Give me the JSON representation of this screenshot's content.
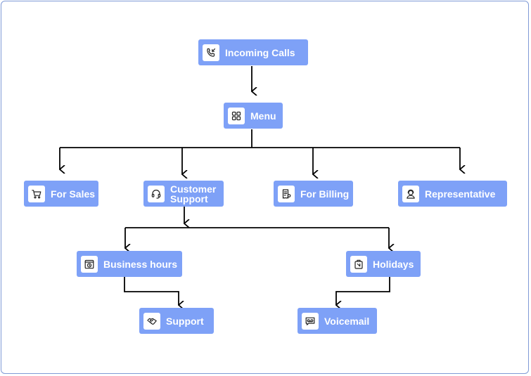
{
  "nodes": {
    "incoming_calls": "Incoming Calls",
    "menu": "Menu",
    "for_sales": "For Sales",
    "customer_support": "Customer\nSupport",
    "for_billing": "For Billing",
    "representative": "Representative",
    "business_hours": "Business hours",
    "holidays": "Holidays",
    "support": "Support",
    "voicemail": "Voicemail"
  },
  "colors": {
    "node_fill": "#7ea1f7",
    "connector": "#000000",
    "frame_border": "#7f9ad6"
  },
  "icons": {
    "incoming_calls": "phone-incoming-icon",
    "menu": "grid-icon",
    "for_sales": "cart-icon",
    "customer_support": "headset-icon",
    "for_billing": "bill-icon",
    "representative": "agent-icon",
    "business_hours": "clock-register-icon",
    "holidays": "luggage-icon",
    "support": "handshake-icon",
    "voicemail": "voicemail-icon"
  }
}
